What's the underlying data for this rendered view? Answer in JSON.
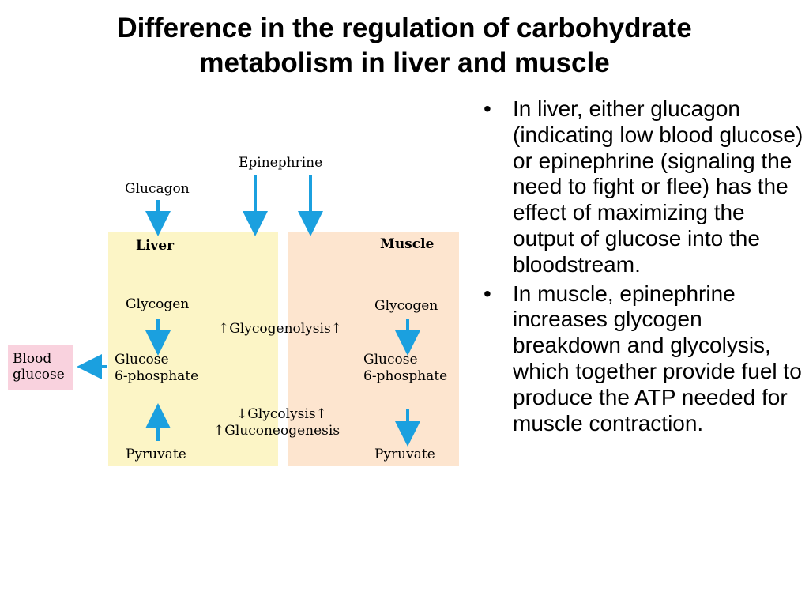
{
  "slide": {
    "title_lines": [
      "Difference in the regulation of carbohydrate",
      "metabolism in liver and muscle"
    ]
  },
  "diagram": {
    "colors": {
      "liver_panel": "#fcf5c6",
      "muscle_panel": "#fde5cf",
      "blood_box": "#f9d2de",
      "arrow": "#1ba0df"
    },
    "epinephrine": "Epinephrine",
    "glucagon": "Glucagon",
    "liver": {
      "title": "Liver",
      "glycogen": "Glycogen",
      "g6p_line1": "Glucose",
      "g6p_line2": "6-phosphate",
      "pyruvate": "Pyruvate"
    },
    "muscle": {
      "title": "Muscle",
      "glycogen": "Glycogen",
      "g6p_line1": "Glucose",
      "g6p_line2": "6-phosphate",
      "pyruvate": "Pyruvate"
    },
    "blood_glucose_line1": "Blood",
    "blood_glucose_line2": "glucose",
    "glycogenolysis": "↑Glycogenolysis↑",
    "glycolysis": "↓Glycolysis↑",
    "gluconeogenesis": "↑Gluconeogenesis"
  },
  "bullets": [
    {
      "marker": "•",
      "text": "In liver, either glucagon (indicating low blood glucose) or epinephrine (signaling the need to fight or flee) has the effect of maximizing the output of glucose into the bloodstream."
    },
    {
      "marker": "•",
      "text": "In muscle, epinephrine increases glycogen breakdown and glycolysis, which together provide fuel to produce the ATP needed for muscle contraction."
    }
  ]
}
